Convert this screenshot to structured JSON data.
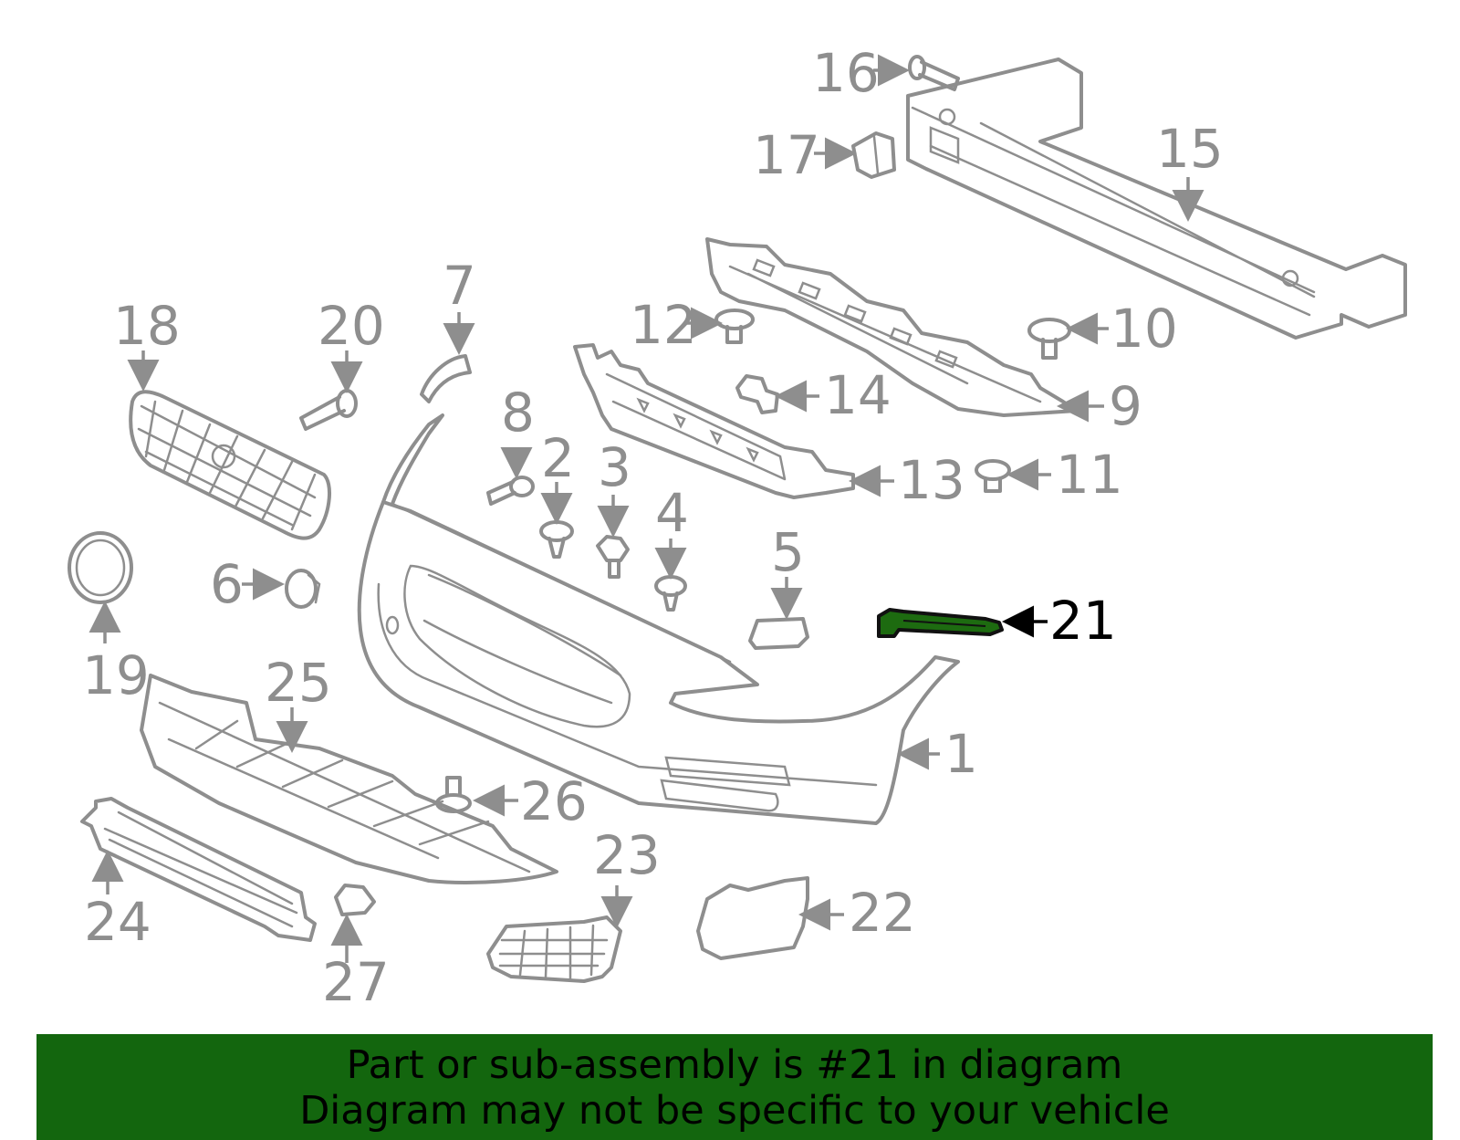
{
  "callouts": [
    "1",
    "2",
    "3",
    "4",
    "5",
    "6",
    "7",
    "8",
    "9",
    "10",
    "11",
    "12",
    "13",
    "14",
    "15",
    "16",
    "17",
    "18",
    "19",
    "20",
    "21",
    "22",
    "23",
    "24",
    "25",
    "26",
    "27"
  ],
  "highlighted_part": "21",
  "footer": {
    "line1": "Part or sub-assembly is #21 in diagram",
    "line2": "Diagram may not be specific to your vehicle"
  },
  "colors": {
    "line": "#8e8e8e",
    "highlight": "#1d6b10",
    "footer_bg": "#13660e"
  }
}
